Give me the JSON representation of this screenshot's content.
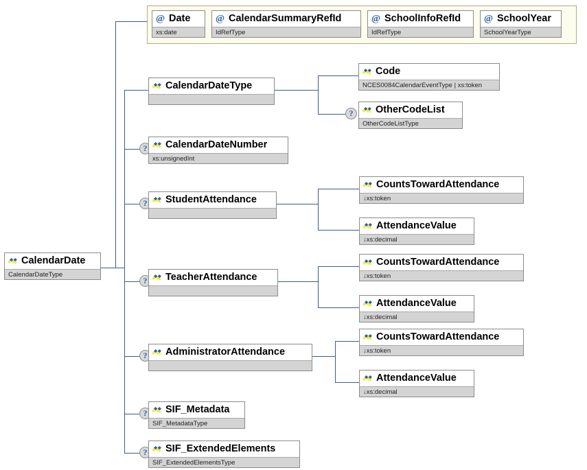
{
  "diagram": {
    "kind": "xsd-element-tree",
    "root": {
      "name": "CalendarDate",
      "type": "CalendarDateType",
      "icon": "element-icon"
    },
    "attribute_group": {
      "icon": "at-icon",
      "attributes": [
        {
          "name": "Date",
          "type": "xs:date"
        },
        {
          "name": "CalendarSummaryRefId",
          "type": "IdRefType"
        },
        {
          "name": "SchoolInfoRefId",
          "type": "IdRefType"
        },
        {
          "name": "SchoolYear",
          "type": "SchoolYearType"
        }
      ]
    },
    "children": [
      {
        "name": "CalendarDateType",
        "type": "",
        "optional": false
      },
      {
        "name": "CalendarDateNumber",
        "type": "xs:unsignedInt",
        "optional": true
      },
      {
        "name": "StudentAttendance",
        "type": "",
        "optional": true
      },
      {
        "name": "TeacherAttendance",
        "type": "",
        "optional": true
      },
      {
        "name": "AdministratorAttendance",
        "type": "",
        "optional": true
      },
      {
        "name": "SIF_Metadata",
        "type": "SIF_MetadataType",
        "optional": true
      },
      {
        "name": "SIF_ExtendedElements",
        "type": "SIF_ExtendedElementsType",
        "optional": true
      }
    ],
    "calendar_date_type_children": [
      {
        "name": "Code",
        "type": "NCES0084CalendarEventType | xs:token",
        "optional": false
      },
      {
        "name": "OtherCodeList",
        "type": "OtherCodeListType",
        "optional": true
      }
    ],
    "student_attendance_children": [
      {
        "name": "CountsTowardAttendance",
        "type": "↓xs:token",
        "optional": false
      },
      {
        "name": "AttendanceValue",
        "type": "↓xs:decimal",
        "optional": false
      }
    ],
    "teacher_attendance_children": [
      {
        "name": "CountsTowardAttendance",
        "type": "↓xs:token",
        "optional": false
      },
      {
        "name": "AttendanceValue",
        "type": "↓xs:decimal",
        "optional": false
      }
    ],
    "administrator_attendance_children": [
      {
        "name": "CountsTowardAttendance",
        "type": "↓xs:token",
        "optional": false
      },
      {
        "name": "AttendanceValue",
        "type": "↓xs:decimal",
        "optional": false
      }
    ],
    "optional_marker": "?",
    "colors": {
      "line": "#3b5c85",
      "node_border": "#8a8a8a",
      "type_bar": "#d4d4d4",
      "attr_group_bg": "#fdfdee",
      "attr_group_border": "#b3a980",
      "icon_yellow": "#f5ec3d",
      "icon_blue": "#2a5fa5",
      "optional_bg": "#d9d9d9"
    }
  }
}
